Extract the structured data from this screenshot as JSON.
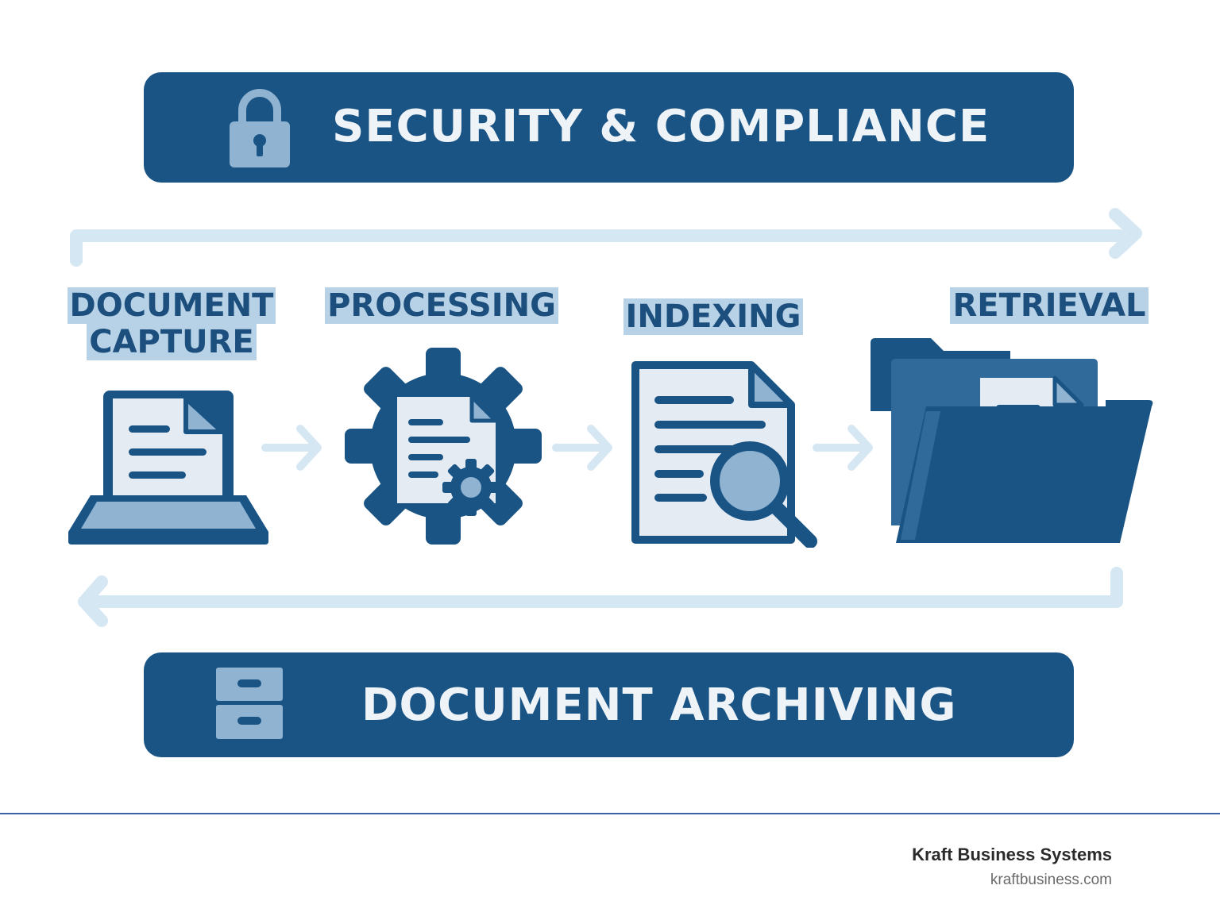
{
  "top_banner": {
    "title": "SECURITY & COMPLIANCE",
    "icon": "lock-icon"
  },
  "steps": [
    {
      "line1": "DOCUMENT",
      "line2": "CAPTURE",
      "icon": "laptop-document-icon"
    },
    {
      "line1": "PROCESSING",
      "icon": "gear-document-icon"
    },
    {
      "line1": "INDEXING",
      "icon": "document-magnifier-icon"
    },
    {
      "line1": "RETRIEVAL",
      "icon": "folder-document-icon"
    }
  ],
  "bottom_banner": {
    "title": "DOCUMENT ARCHIVING",
    "icon": "filing-cabinet-icon"
  },
  "footer": {
    "brand": "Kraft Business Systems",
    "url": "kraftbusiness.com"
  },
  "colors": {
    "primary": "#1a5485",
    "light_accent": "#b7d2e6",
    "paper": "#e4ebf3",
    "flow_arrow": "#d4e6f3",
    "footer_rule": "#3d62a4"
  }
}
